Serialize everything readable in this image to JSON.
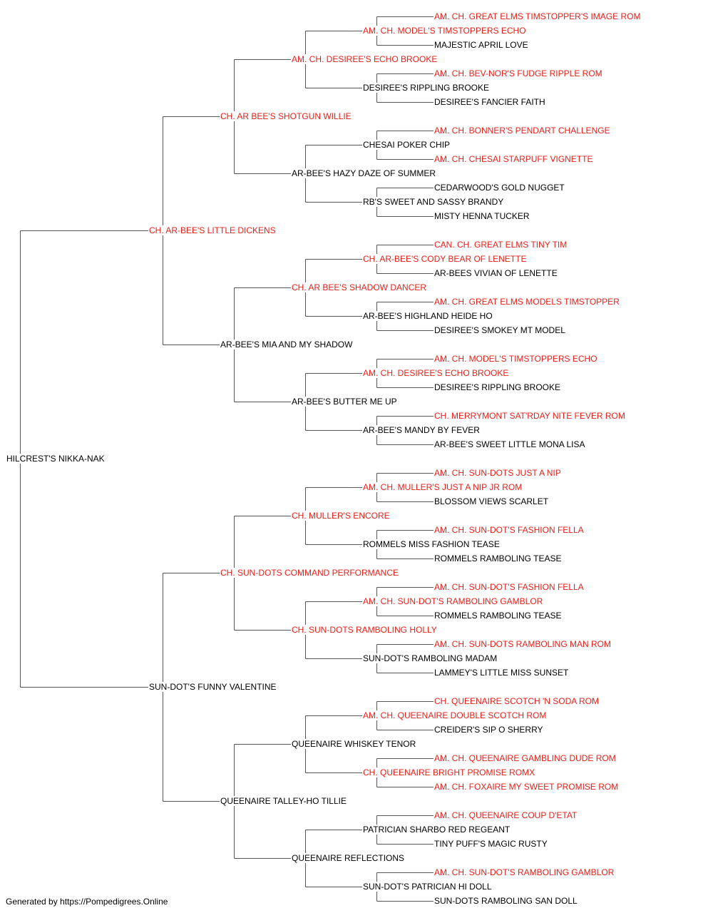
{
  "colors": {
    "champion": "#e8201a",
    "regular": "#000000",
    "line": "#555555"
  },
  "pedigree": {
    "name": "HILCREST'S NIKKA-NAK",
    "ch": false,
    "sire": {
      "name": "CH. AR-BEE'S LITTLE DICKENS",
      "ch": true,
      "sire": {
        "name": "CH. AR BEE'S SHOTGUN WILLIE",
        "ch": true,
        "sire": {
          "name": "AM. CH. DESIREE'S ECHO BROOKE",
          "ch": true,
          "sire": {
            "name": "AM. CH. MODEL'S TIMSTOPPERS ECHO",
            "ch": true,
            "sire": {
              "name": "AM. CH. GREAT ELMS TIMSTOPPER'S IMAGE ROM",
              "ch": true
            },
            "dam": {
              "name": "MAJESTIC APRIL LOVE",
              "ch": false
            }
          },
          "dam": {
            "name": "DESIREE'S RIPPLING BROOKE",
            "ch": false,
            "sire": {
              "name": "AM. CH. BEV-NOR'S FUDGE RIPPLE ROM",
              "ch": true
            },
            "dam": {
              "name": "DESIREE'S FANCIER FAITH",
              "ch": false
            }
          }
        },
        "dam": {
          "name": "AR-BEE'S HAZY DAZE OF SUMMER",
          "ch": false,
          "sire": {
            "name": "CHESAI POKER CHIP",
            "ch": false,
            "sire": {
              "name": "AM. CH. BONNER'S PENDART CHALLENGE",
              "ch": true
            },
            "dam": {
              "name": "AM. CH. CHESAI STARPUFF VIGNETTE",
              "ch": true
            }
          },
          "dam": {
            "name": "RB'S SWEET AND SASSY BRANDY",
            "ch": false,
            "sire": {
              "name": "CEDARWOOD'S GOLD NUGGET",
              "ch": false
            },
            "dam": {
              "name": "MISTY HENNA TUCKER",
              "ch": false
            }
          }
        }
      },
      "dam": {
        "name": "AR-BEE'S MIA AND MY SHADOW",
        "ch": false,
        "sire": {
          "name": "CH. AR BEE'S SHADOW DANCER",
          "ch": true,
          "sire": {
            "name": "CH. AR-BEE'S CODY BEAR OF LENETTE",
            "ch": true,
            "sire": {
              "name": "CAN. CH. GREAT ELMS TINY TIM",
              "ch": true
            },
            "dam": {
              "name": "AR-BEES VIVIAN OF LENETTE",
              "ch": false
            }
          },
          "dam": {
            "name": "AR-BEE'S HIGHLAND HEIDE HO",
            "ch": false,
            "sire": {
              "name": "AM. CH. GREAT ELMS MODELS TIMSTOPPER",
              "ch": true
            },
            "dam": {
              "name": "DESIREE'S SMOKEY MT MODEL",
              "ch": false
            }
          }
        },
        "dam": {
          "name": "AR-BEE'S BUTTER ME UP",
          "ch": false,
          "sire": {
            "name": "AM. CH. DESIREE'S ECHO BROOKE",
            "ch": true,
            "sire": {
              "name": "AM. CH. MODEL'S TIMSTOPPERS ECHO",
              "ch": true
            },
            "dam": {
              "name": "DESIREE'S RIPPLING BROOKE",
              "ch": false
            }
          },
          "dam": {
            "name": "AR-BEE'S MANDY BY FEVER",
            "ch": false,
            "sire": {
              "name": "CH. MERRYMONT SAT'RDAY NITE FEVER ROM",
              "ch": true
            },
            "dam": {
              "name": "AR-BEE'S SWEET LITTLE MONA LISA",
              "ch": false
            }
          }
        }
      }
    },
    "dam": {
      "name": "SUN-DOT'S FUNNY VALENTINE",
      "ch": false,
      "sire": {
        "name": "CH. SUN-DOTS COMMAND PERFORMANCE",
        "ch": true,
        "sire": {
          "name": "CH. MULLER'S ENCORE",
          "ch": true,
          "sire": {
            "name": "AM. CH. MULLER'S JUST A NIP JR ROM",
            "ch": true,
            "sire": {
              "name": "AM. CH. SUN-DOTS JUST A NIP",
              "ch": true
            },
            "dam": {
              "name": "BLOSSOM VIEWS SCARLET",
              "ch": false
            }
          },
          "dam": {
            "name": "ROMMELS MISS FASHION TEASE",
            "ch": false,
            "sire": {
              "name": "AM. CH. SUN-DOT'S FASHION FELLA",
              "ch": true
            },
            "dam": {
              "name": "ROMMELS RAMBOLING TEASE",
              "ch": false
            }
          }
        },
        "dam": {
          "name": "CH. SUN-DOTS RAMBOLING HOLLY",
          "ch": true,
          "sire": {
            "name": "AM. CH. SUN-DOT'S RAMBOLING GAMBLOR",
            "ch": true,
            "sire": {
              "name": "AM. CH. SUN-DOT'S FASHION FELLA",
              "ch": true
            },
            "dam": {
              "name": "ROMMELS RAMBOLING TEASE",
              "ch": false
            }
          },
          "dam": {
            "name": "SUN-DOT'S RAMBOLING MADAM",
            "ch": false,
            "sire": {
              "name": "AM. CH. SUN-DOTS RAMBOLING MAN ROM",
              "ch": true
            },
            "dam": {
              "name": "LAMMEY'S LITTLE MISS SUNSET",
              "ch": false
            }
          }
        }
      },
      "dam": {
        "name": "QUEENAIRE TALLEY-HO TILLIE",
        "ch": false,
        "sire": {
          "name": "QUEENAIRE WHISKEY TENOR",
          "ch": false,
          "sire": {
            "name": "AM. CH. QUEENAIRE DOUBLE SCOTCH ROM",
            "ch": true,
            "sire": {
              "name": "CH. QUEENAIRE SCOTCH 'N SODA ROM",
              "ch": true
            },
            "dam": {
              "name": "CREIDER'S SIP O SHERRY",
              "ch": false
            }
          },
          "dam": {
            "name": "CH. QUEENAIRE BRIGHT PROMISE ROMX",
            "ch": true,
            "sire": {
              "name": "AM. CH. QUEENAIRE GAMBLING DUDE ROM",
              "ch": true
            },
            "dam": {
              "name": "AM. CH. FOXAIRE MY SWEET PROMISE ROM",
              "ch": true
            }
          }
        },
        "dam": {
          "name": "QUEENAIRE REFLECTIONS",
          "ch": false,
          "sire": {
            "name": "PATRICIAN SHARBO RED REGEANT",
            "ch": false,
            "sire": {
              "name": "AM. CH. QUEENAIRE COUP D'ETAT",
              "ch": true
            },
            "dam": {
              "name": "TINY PUFF'S MAGIC RUSTY",
              "ch": false
            }
          },
          "dam": {
            "name": "SUN-DOT'S PATRICIAN HI DOLL",
            "ch": false,
            "sire": {
              "name": "AM. CH. SUN-DOT'S RAMBOLING GAMBLOR",
              "ch": true
            },
            "dam": {
              "name": "SUN-DOTS RAMBOLING SAN DOLL",
              "ch": false
            }
          }
        }
      }
    }
  },
  "footer": "Generated by https://Pompedigrees.Online"
}
